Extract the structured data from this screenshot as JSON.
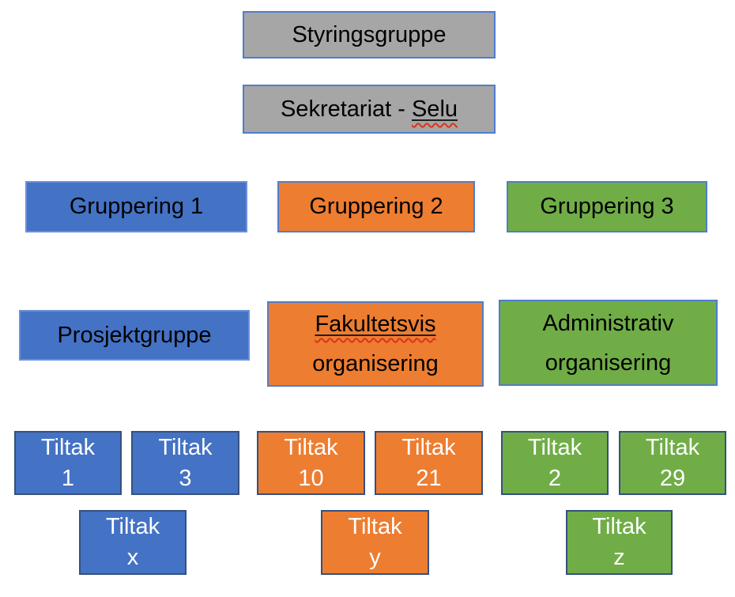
{
  "colors": {
    "box_blue": "#4472C4",
    "box_orange": "#ED7D31",
    "box_green": "#70AD47",
    "box_gray": "#A6A6A6",
    "outline_light_blue": "#4F7DCE",
    "outline_dark_navy": "#35517E",
    "text_dark": "#000000",
    "text_light": "#FFFFFF",
    "spellcheck_red": "#E0301E"
  },
  "boxes": {
    "styringsgruppe": "Styringsgruppe",
    "sekretariat_prefix": "Sekretariat - ",
    "sekretariat_misspelled": "Selu",
    "gruppering_1": "Gruppering 1",
    "gruppering_2": "Gruppering 2",
    "gruppering_3": "Gruppering 3",
    "prosjektgruppe": "Prosjektgruppe",
    "fakultetsvis_line1": "Fakultetsvis",
    "fakultetsvis_line2": "organisering",
    "administrativ_line1": "Administrativ",
    "administrativ_line2": "organisering"
  },
  "tiltak": {
    "word": "Tiltak",
    "row1": [
      "1",
      "3",
      "10",
      "21",
      "2",
      "29"
    ],
    "row2": [
      "x",
      "y",
      "z"
    ]
  }
}
